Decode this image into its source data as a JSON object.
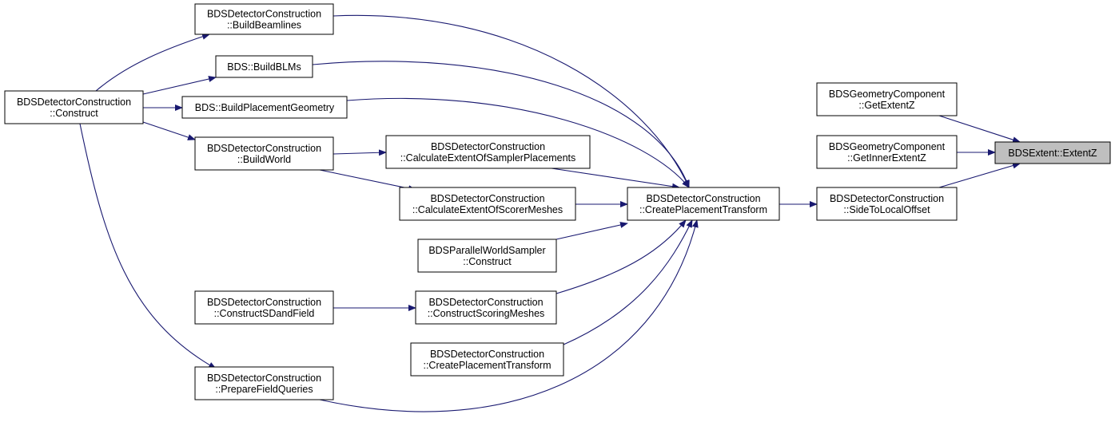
{
  "colors": {
    "edge": "#191970",
    "node_fill": "#ffffff",
    "node_border": "#000000",
    "highlight_fill": "#bfbfbf"
  },
  "nodes": [
    {
      "id": "construct",
      "lines": [
        "BDSDetectorConstruction",
        "::Construct"
      ]
    },
    {
      "id": "buildBeamlines",
      "lines": [
        "BDSDetectorConstruction",
        "::BuildBeamlines"
      ]
    },
    {
      "id": "buildBLMs",
      "lines": [
        "BDS::BuildBLMs"
      ]
    },
    {
      "id": "buildPlacementGeometry",
      "lines": [
        "BDS::BuildPlacementGeometry"
      ]
    },
    {
      "id": "buildWorld",
      "lines": [
        "BDSDetectorConstruction",
        "::BuildWorld"
      ]
    },
    {
      "id": "constructSDandField",
      "lines": [
        "BDSDetectorConstruction",
        "::ConstructSDandField"
      ]
    },
    {
      "id": "prepareFieldQueries",
      "lines": [
        "BDSDetectorConstruction",
        "::PrepareFieldQueries"
      ]
    },
    {
      "id": "calcSampler",
      "lines": [
        "BDSDetectorConstruction",
        "::CalculateExtentOfSamplerPlacements"
      ]
    },
    {
      "id": "calcScorer",
      "lines": [
        "BDSDetectorConstruction",
        "::CalculateExtentOfScorerMeshes"
      ]
    },
    {
      "id": "pwsConstruct",
      "lines": [
        "BDSParallelWorldSampler",
        "::Construct"
      ]
    },
    {
      "id": "constructScoring",
      "lines": [
        "BDSDetectorConstruction",
        "::ConstructScoringMeshes"
      ]
    },
    {
      "id": "createPT2",
      "lines": [
        "BDSDetectorConstruction",
        "::CreatePlacementTransform"
      ]
    },
    {
      "id": "createPT",
      "lines": [
        "BDSDetectorConstruction",
        "::CreatePlacementTransform"
      ]
    },
    {
      "id": "getExtentZ",
      "lines": [
        "BDSGeometryComponent",
        "::GetExtentZ"
      ]
    },
    {
      "id": "getInnerExtentZ",
      "lines": [
        "BDSGeometryComponent",
        "::GetInnerExtentZ"
      ]
    },
    {
      "id": "sideToLocal",
      "lines": [
        "BDSDetectorConstruction",
        "::SideToLocalOffset"
      ]
    },
    {
      "id": "extentZ",
      "lines": [
        "BDSExtent::ExtentZ"
      ],
      "highlight": true
    }
  ],
  "edges": [
    {
      "from": "sideToLocal",
      "to": "extentZ"
    },
    {
      "from": "getExtentZ",
      "to": "extentZ"
    },
    {
      "from": "getInnerExtentZ",
      "to": "extentZ"
    },
    {
      "from": "createPT",
      "to": "sideToLocal"
    },
    {
      "from": "buildBeamlines",
      "to": "createPT"
    },
    {
      "from": "buildBLMs",
      "to": "createPT"
    },
    {
      "from": "buildPlacementGeometry",
      "to": "createPT"
    },
    {
      "from": "calcSampler",
      "to": "createPT"
    },
    {
      "from": "calcScorer",
      "to": "createPT"
    },
    {
      "from": "pwsConstruct",
      "to": "createPT"
    },
    {
      "from": "constructScoring",
      "to": "createPT"
    },
    {
      "from": "createPT2",
      "to": "createPT"
    },
    {
      "from": "prepareFieldQueries",
      "to": "createPT"
    },
    {
      "from": "buildWorld",
      "to": "calcSampler"
    },
    {
      "from": "buildWorld",
      "to": "calcScorer"
    },
    {
      "from": "constructSDandField",
      "to": "constructScoring"
    },
    {
      "from": "construct",
      "to": "buildBeamlines"
    },
    {
      "from": "construct",
      "to": "buildBLMs"
    },
    {
      "from": "construct",
      "to": "buildPlacementGeometry"
    },
    {
      "from": "construct",
      "to": "buildWorld"
    },
    {
      "from": "construct",
      "to": "prepareFieldQueries"
    }
  ]
}
